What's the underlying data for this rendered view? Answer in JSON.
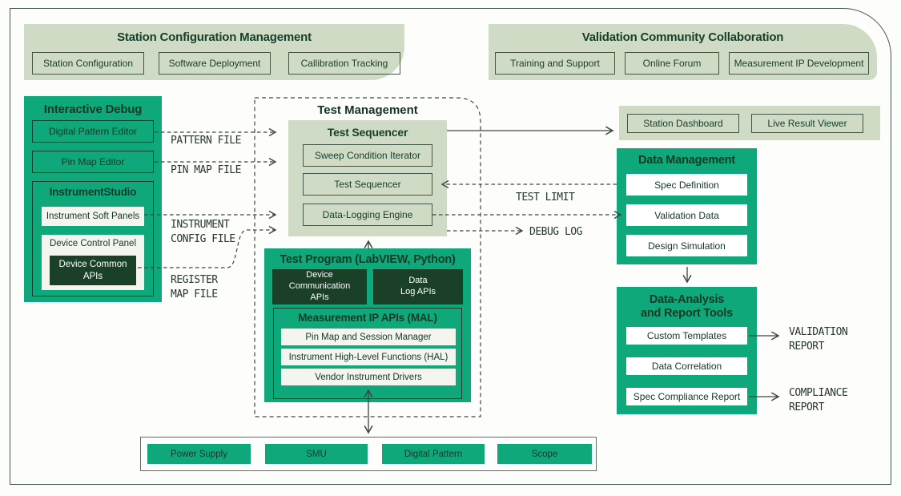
{
  "colors": {
    "green": "#0FA87B",
    "dark_green": "#1A4028",
    "sage": "#CFDBC5",
    "ink": "#17402A",
    "line": "#3A473E",
    "white_row": "#F4F5EF"
  },
  "top_bands": {
    "station_config": {
      "title": "Station Configuration Management",
      "items": [
        "Station Configuration",
        "Software Deployment",
        "Callibration Tracking"
      ]
    },
    "validation_community": {
      "title": "Validation Community Collaboration",
      "items": [
        "Training and Support",
        "Online Forum",
        "Measurement IP Development"
      ]
    }
  },
  "interactive_debug": {
    "title": "Interactive Debug",
    "digital_pattern_editor": "Digital Pattern Editor",
    "pin_map_editor": "Pin Map Editor",
    "instrument_studio": {
      "title": "InstrumentStudio",
      "instrument_soft_panels": "Instrument Soft Panels",
      "device_control_panel": "Device Control Panel",
      "device_common_apis": "Device Common\nAPIs"
    }
  },
  "test_management": {
    "title": "Test Management",
    "test_sequencer": {
      "title": "Test Sequencer",
      "items": [
        "Sweep Condition Iterator",
        "Test Sequencer",
        "Data-Logging Engine"
      ]
    },
    "test_program": {
      "title": "Test Program (LabVIEW, Python)",
      "device_communication_apis": "Device\nCommunication\nAPIs",
      "data_log_apis": "Data\nLog APIs",
      "mal": {
        "title": "Measurement IP APIs (MAL)",
        "items": [
          "Pin Map and Session Manager",
          "Instrument High-Level Functions (HAL)",
          "Vendor Instrument Drivers"
        ]
      }
    }
  },
  "dashboard_band": {
    "items": [
      "Station Dashboard",
      "Live Result Viewer"
    ]
  },
  "data_management": {
    "title": "Data Management",
    "items": [
      "Spec Definition",
      "Validation Data",
      "Design Simulation"
    ]
  },
  "data_analysis": {
    "title": "Data-Analysis\nand Report Tools",
    "items": [
      "Custom Templates",
      "Data Correlation",
      "Spec Compliance Report"
    ]
  },
  "instruments": {
    "items": [
      "Power Supply",
      "SMU",
      "Digital Pattern",
      "Scope"
    ]
  },
  "flow_labels": {
    "pattern_file": "PATTERN FILE",
    "pin_map_file": "PIN MAP FILE",
    "instrument_config_file": "INSTRUMENT\nCONFIG FILE",
    "register_map_file": "REGISTER\nMAP FILE",
    "test_limit": "TEST LIMIT",
    "debug_log": "DEBUG LOG",
    "validation_report": "VALIDATION\nREPORT",
    "compliance_report": "COMPLIANCE\nREPORT"
  }
}
